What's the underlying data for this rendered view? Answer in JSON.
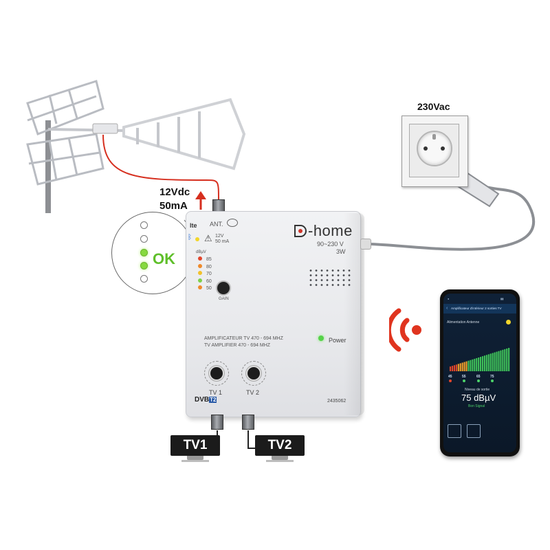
{
  "power_requirement": {
    "voltage": "12Vdc",
    "current": "50mA"
  },
  "mains": {
    "label": "230Vac"
  },
  "amplifier": {
    "brand": "-home",
    "voltage": "90~230 V",
    "power": "3W",
    "antenna_label": "ANT.",
    "lte_label": "lte",
    "rating": [
      "12V",
      "50 mA"
    ],
    "level_unit": "dBµV",
    "levels": [
      {
        "value": "85",
        "color": "#e2452b"
      },
      {
        "value": "80",
        "color": "#ef8a2a"
      },
      {
        "value": "70",
        "color": "#f2c12a"
      },
      {
        "value": "60",
        "color": "#7ed04a"
      },
      {
        "value": "50",
        "color": "#ef8a2a"
      }
    ],
    "gain_label": "GAIN",
    "title_fr": "AMPLIFICATEUR TV 470 - 694 MHZ",
    "title_en": "TV AMPLIFIER 470 - 694 MHZ",
    "power_label": "Power",
    "outputs": [
      "TV 1",
      "TV 2"
    ],
    "dvb_label": "DVB",
    "dvb_t2": "T2",
    "reference": "2435062"
  },
  "zoom": {
    "ok_label": "OK",
    "leds_on": [
      false,
      false,
      true,
      true,
      false
    ]
  },
  "tvs": [
    "TV1",
    "TV2"
  ],
  "phone": {
    "title": "Amplificateur d'intérieur 2 sorties TV",
    "antenna_supply": "Alimentation Antenne",
    "ticks": [
      {
        "value": "45",
        "color": "#e2452b"
      },
      {
        "value": "55",
        "color": "#4cd36a"
      },
      {
        "value": "65",
        "color": "#4cd36a"
      },
      {
        "value": "75",
        "color": "#4cd36a"
      }
    ],
    "output_label": "Niveau de sortie",
    "output_level": "75 dBµV",
    "signal_status": "Bon Signal"
  },
  "colors": {
    "cable_red": "#d62f1f",
    "arrow_orange": "#f07a2c",
    "wifi_red": "#e0341f",
    "led_green": "#86d93e"
  }
}
